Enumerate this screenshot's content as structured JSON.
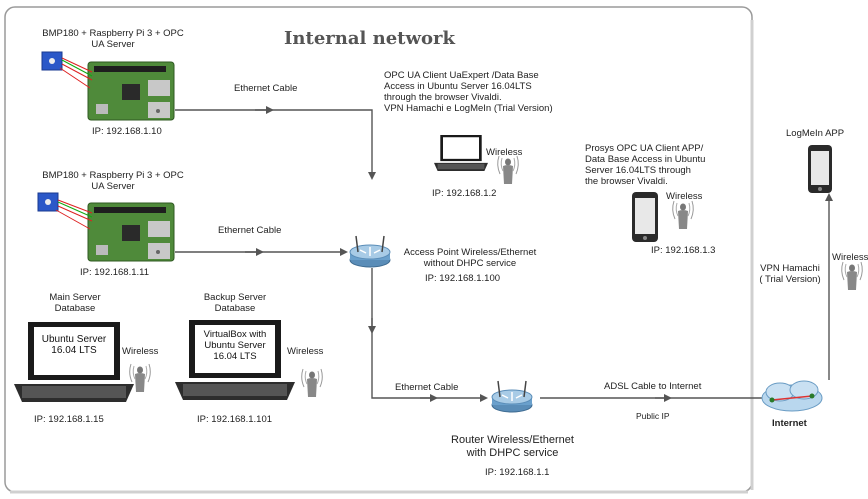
{
  "title": "Internal network",
  "nodes": {
    "pi1": {
      "heading": [
        "BMP180 + Raspberry Pi 3 + OPC",
        "UA Server"
      ],
      "ip": "IP: 192.168.1.10"
    },
    "pi2": {
      "heading": [
        "BMP180 + Raspberry Pi 3 + OPC",
        "UA Server"
      ],
      "ip": "IP: 192.168.1.11"
    },
    "main_server": {
      "heading": [
        "Main Server",
        "Database"
      ],
      "screen": [
        "Ubuntu Server",
        "16.04 LTS"
      ],
      "wireless": "Wireless",
      "ip": "IP: 192.168.1.15"
    },
    "backup_server": {
      "heading": [
        "Backup Server",
        "Database"
      ],
      "screen": [
        "VirtualBox with",
        "Ubuntu Server",
        "16.04 LTS"
      ],
      "wireless": "Wireless",
      "ip": "IP: 192.168.1.101"
    },
    "client_laptop": {
      "desc": [
        "OPC UA Client UaExpert /Data Base",
        "Access in Ubuntu Server 16.04LTS",
        "through the browser Vivaldi.",
        "VPN Hamachi e LogMeIn (Trial Version)"
      ],
      "wireless": "Wireless",
      "ip": "IP: 192.168.1.2"
    },
    "phone": {
      "desc": [
        "Prosys OPC UA Client APP/",
        "Data Base Access in Ubuntu",
        "Server 16.04LTS through",
        "the browser Vivaldi."
      ],
      "wireless": "Wireless",
      "ip": "IP: 192.168.1.3"
    },
    "access_point": {
      "label": [
        "Access Point Wireless/Ethernet",
        "without DHPC service"
      ],
      "ip": "IP: 192.168.1.100"
    },
    "router": {
      "label": [
        "Router  Wireless/Ethernet",
        "with DHPC service"
      ],
      "ip": "IP: 192.168.1.1"
    },
    "logmein": {
      "label": "LogMeIn APP",
      "wireless": "Wireless"
    },
    "internet": {
      "label": "Internet"
    }
  },
  "links": {
    "eth1": "Ethernet Cable",
    "eth2": "Ethernet Cable",
    "eth3": "Ethernet Cable",
    "adsl": "ADSL Cable to Internet",
    "public_ip": "Public IP",
    "vpn": [
      "VPN Hamachi",
      "( Trial Version)"
    ]
  }
}
